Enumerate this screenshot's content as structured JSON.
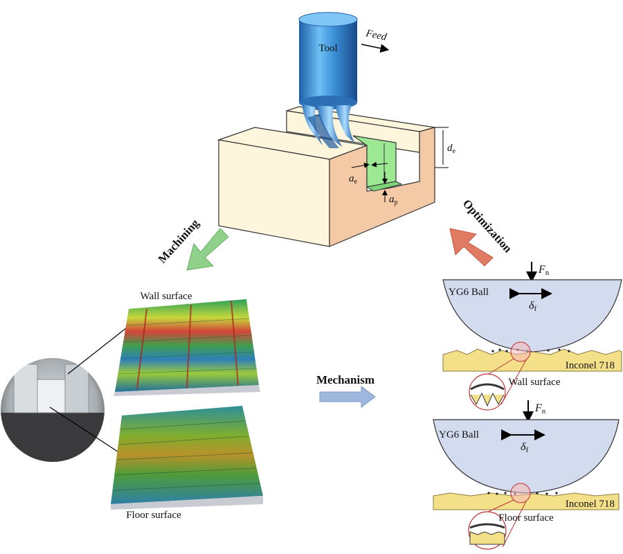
{
  "tool_labels": {
    "tool": "Tool",
    "feed": "Feed",
    "de_main": "d",
    "de_sub": "e",
    "ae_main": "a",
    "ae_sub": "e",
    "ap_main": "a",
    "ap_sub": "p"
  },
  "flow": {
    "machining": "Machining",
    "optimization": "Optimization",
    "mechanism": "Mechanism"
  },
  "surfaces": {
    "wall": "Wall surface",
    "floor": "Floor surface"
  },
  "tribology_top": {
    "force_main": "F",
    "force_sub": "n",
    "ball": "YG6 Ball",
    "delta_main": "δ",
    "delta_sub": "f",
    "material": "Inconel 718",
    "surface": "Wall surface"
  },
  "tribology_bottom": {
    "force_main": "F",
    "force_sub": "n",
    "ball": "YG6 Ball",
    "delta_main": "δ",
    "delta_sub": "f",
    "material": "Inconel 718",
    "surface": "Floor surface"
  },
  "colors": {
    "workpiece_top": "#fdf5dc",
    "workpiece_side": "#f3c9a6",
    "slot_green": "#9ce893",
    "tool_blue": "#3b8fd6",
    "machining_arrow": "#8fd08a",
    "optimization_arrow": "#e07a62",
    "mechanism_arrow": "#9db8dc",
    "ball_fill": "#d3dcee",
    "inconel_fill": "#f5e08a"
  }
}
